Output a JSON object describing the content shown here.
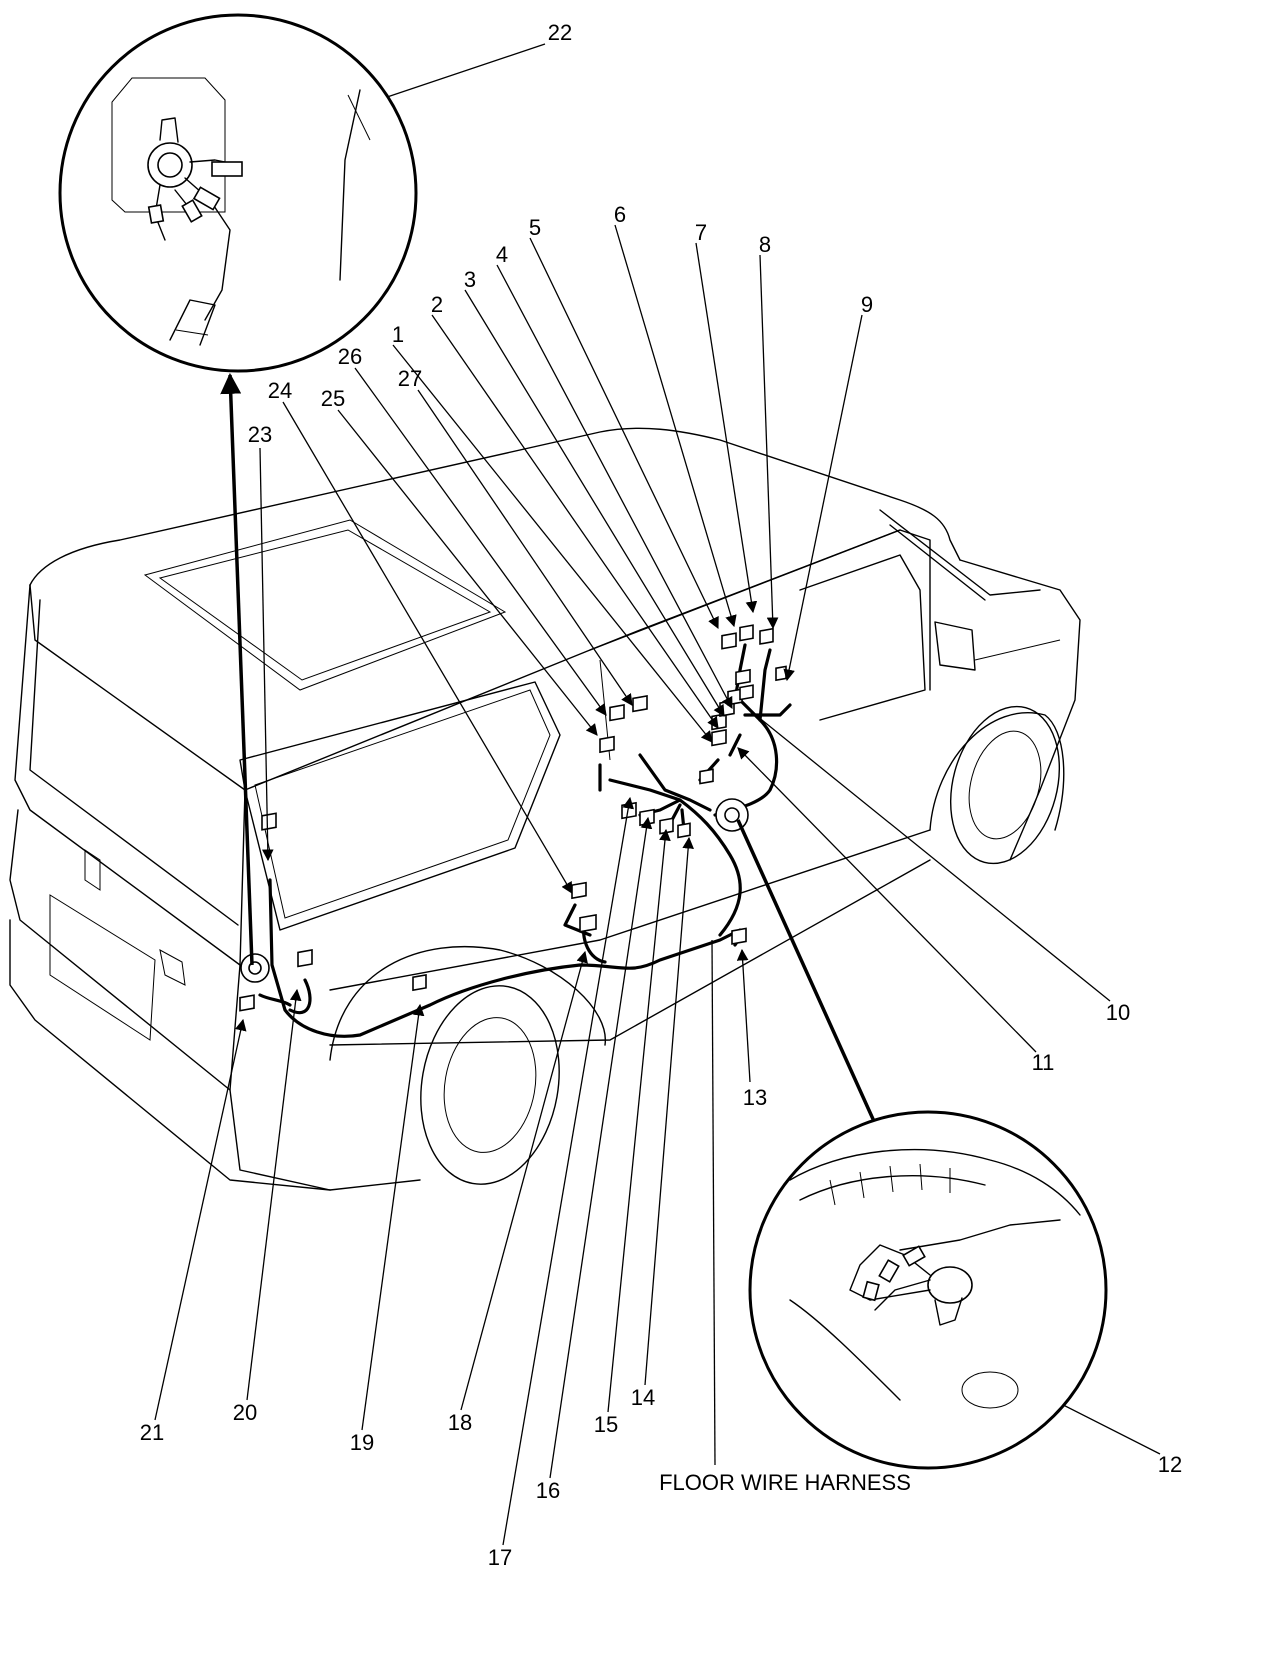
{
  "callouts": [
    {
      "id": "1",
      "label": "1"
    },
    {
      "id": "2",
      "label": "2"
    },
    {
      "id": "3",
      "label": "3"
    },
    {
      "id": "4",
      "label": "4"
    },
    {
      "id": "5",
      "label": "5"
    },
    {
      "id": "6",
      "label": "6"
    },
    {
      "id": "7",
      "label": "7"
    },
    {
      "id": "8",
      "label": "8"
    },
    {
      "id": "9",
      "label": "9"
    },
    {
      "id": "10",
      "label": "10"
    },
    {
      "id": "11",
      "label": "11"
    },
    {
      "id": "12",
      "label": "12"
    },
    {
      "id": "13",
      "label": "13"
    },
    {
      "id": "14",
      "label": "14"
    },
    {
      "id": "15",
      "label": "15"
    },
    {
      "id": "16",
      "label": "16"
    },
    {
      "id": "17",
      "label": "17"
    },
    {
      "id": "18",
      "label": "18"
    },
    {
      "id": "19",
      "label": "19"
    },
    {
      "id": "20",
      "label": "20"
    },
    {
      "id": "21",
      "label": "21"
    },
    {
      "id": "22",
      "label": "22"
    },
    {
      "id": "23",
      "label": "23"
    },
    {
      "id": "24",
      "label": "24"
    },
    {
      "id": "25",
      "label": "25"
    },
    {
      "id": "26",
      "label": "26"
    },
    {
      "id": "27",
      "label": "27"
    }
  ],
  "caption": "FLOOR WIRE HARNESS"
}
